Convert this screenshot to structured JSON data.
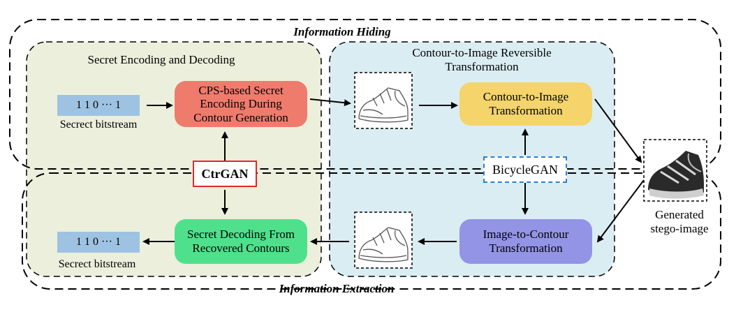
{
  "regions": {
    "hiding": "Information Hiding",
    "extraction": "Information Extraction",
    "encoding": "Secret Encoding and Decoding",
    "transform_line1": "Contour-to-Image Reversible",
    "transform_line2": "Transformation"
  },
  "nodes": {
    "bits_top": "1 1 0 ··· 1",
    "bits_top_caption": "Secrect bitstream",
    "bits_bottom": "1 1 0 ··· 1",
    "bits_bottom_caption": "Secrect bitstream",
    "encode_line1": "CPS-based Secret",
    "encode_line2": "Encoding During",
    "encode_line3": "Contour Generation",
    "decode_line1": "Secret Decoding From",
    "decode_line2": "Recovered Contours",
    "c2i_line1": "Contour-to-Image",
    "c2i_line2": "Transformation",
    "i2c_line1": "Image-to-Contour",
    "i2c_line2": "Transformation",
    "ctrgan": "CtrGAN",
    "bicyclegan": "BicycleGAN",
    "stego_line1": "Generated",
    "stego_line2": "stego-image"
  },
  "colors": {
    "green_panel": "#ecefdc",
    "blue_panel": "#daedf3",
    "bits": "#9ec3e2",
    "encode": "#ef7b6d",
    "decode": "#4fe08c",
    "c2i": "#f4d46b",
    "i2c": "#9394e6",
    "ctrgan_border": "#e0282c",
    "bicyclegan_border": "#2e7fd0"
  }
}
